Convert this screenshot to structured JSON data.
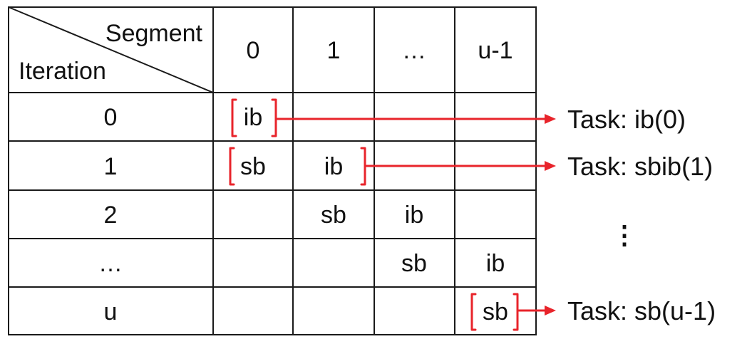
{
  "table": {
    "header_corner": {
      "column_axis_label": "Segment",
      "row_axis_label": "Iteration"
    },
    "columns": [
      "0",
      "1",
      "…",
      "u-1"
    ],
    "rows": [
      {
        "label": "0",
        "cells": [
          "ib",
          "",
          "",
          ""
        ]
      },
      {
        "label": "1",
        "cells": [
          "sb",
          "ib",
          "",
          ""
        ]
      },
      {
        "label": "2",
        "cells": [
          "",
          "sb",
          "ib",
          ""
        ]
      },
      {
        "label": "…",
        "cells": [
          "",
          "",
          "sb",
          "ib"
        ]
      },
      {
        "label": "u",
        "cells": [
          "",
          "",
          "",
          "sb"
        ]
      }
    ]
  },
  "tasks": [
    {
      "label": "Task: ib(0)",
      "row": 0
    },
    {
      "label": "Task: sbib(1)",
      "row": 1
    },
    {
      "label": "Task: sb(u-1)",
      "row": 4
    }
  ],
  "vertical_ellipsis": "⋮",
  "colors": {
    "grid": "#1a1a1a",
    "highlight": "#e8242b",
    "text": "#111111"
  }
}
